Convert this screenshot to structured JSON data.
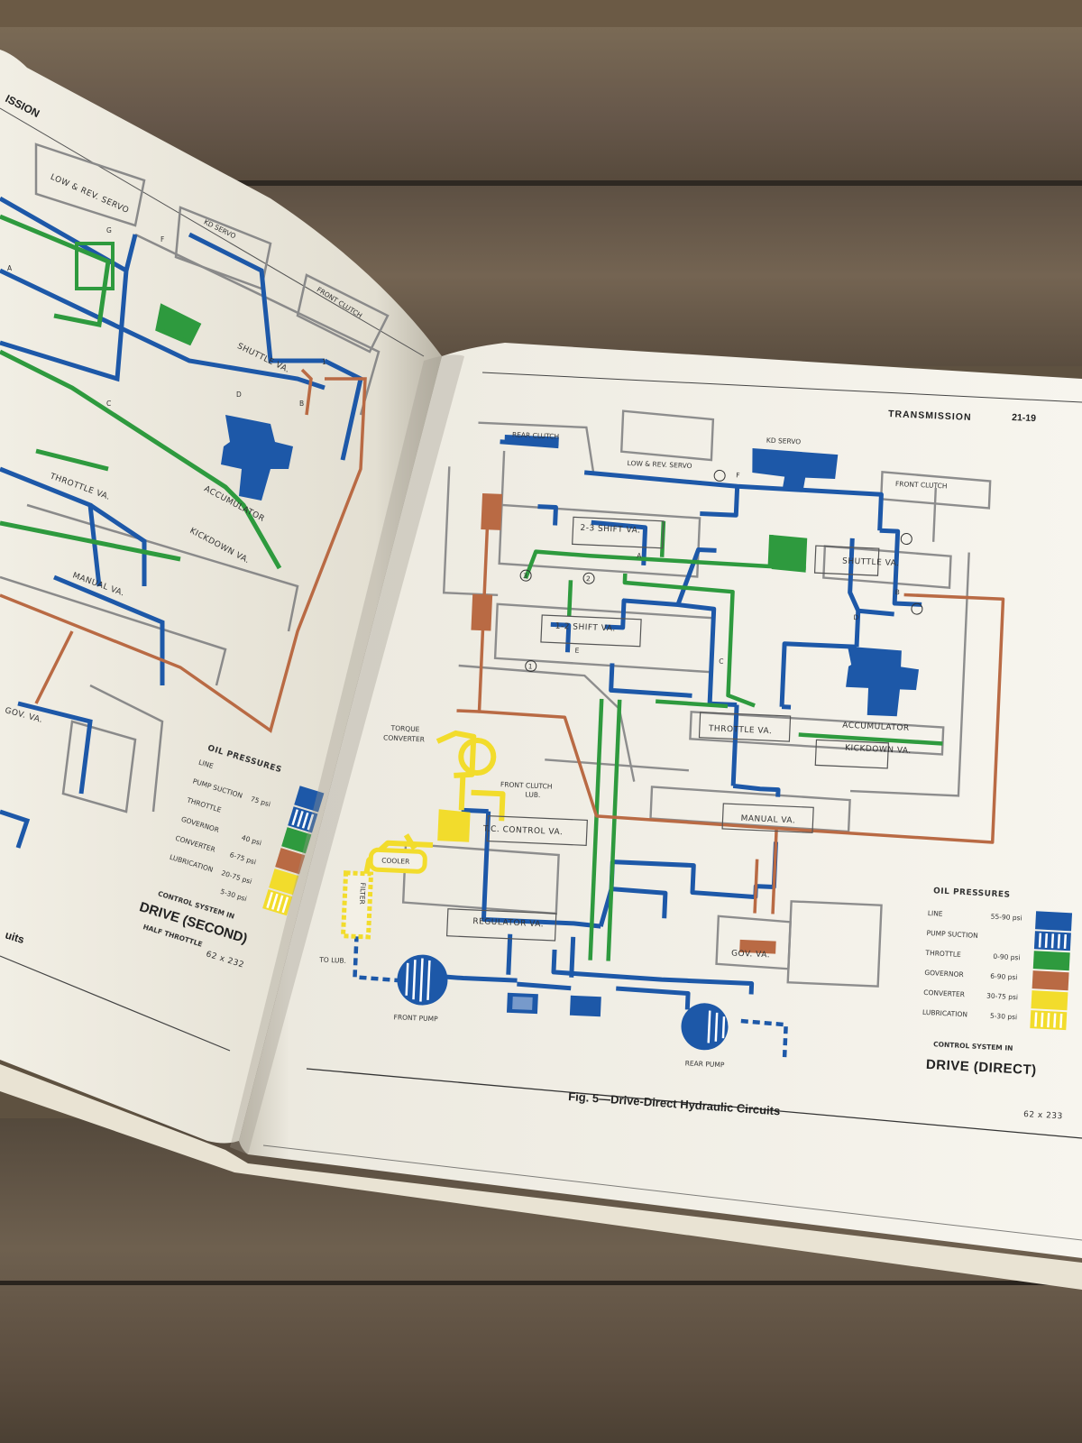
{
  "left_page": {
    "header_fragment": "ISSION",
    "labels": {
      "low_rev_servo": "LOW & REV. SERVO",
      "kd_servo": "KD SERVO",
      "front_clutch": "FRONT CLUTCH",
      "shuttle_va": "SHUTTLE VA.",
      "accumulator": "ACCUMULATOR",
      "throttle_va": "THROTTLE VA.",
      "kickdown_va": "KICKDOWN VA.",
      "manual_va": "MANUAL VA.",
      "gov_va": "GOV. VA.",
      "point_a": "A",
      "point_b": "B",
      "point_c": "C",
      "point_d": "D",
      "point_f": "F",
      "point_g": "G",
      "num_1": "1"
    },
    "legend": {
      "title": "OIL PRESSURES",
      "rows": [
        {
          "name": "LINE",
          "value": ""
        },
        {
          "name": "PUMP SUCTION",
          "value": "75 psi"
        },
        {
          "name": "THROTTLE",
          "value": ""
        },
        {
          "name": "GOVERNOR",
          "value": "40 psi"
        },
        {
          "name": "CONVERTER",
          "value": "6-75 psi"
        },
        {
          "name": "LUBRICATION",
          "value": "20-75 psi"
        },
        {
          "name": "",
          "value": "5-30 psi"
        }
      ]
    },
    "control_label": "CONTROL SYSTEM IN",
    "mode": "DRIVE (SECOND)",
    "sub_mode": "HALF THROTTLE",
    "figure_code": "62 x 232",
    "caption_fragment": "uits"
  },
  "right_page": {
    "header_section": "TRANSMISSION",
    "header_page": "21-19",
    "labels": {
      "rear_clutch": "REAR CLUTCH",
      "kd_servo": "KD SERVO",
      "low_rev_servo": "LOW & REV. SERVO",
      "front_clutch": "FRONT CLUTCH",
      "shift_23": "2-3 SHIFT VA.",
      "shuttle_va": "SHUTTLE VA.",
      "shift_12": "1-2 SHIFT VA.",
      "accumulator": "ACCUMULATOR",
      "throttle_va": "THROTTLE VA.",
      "kickdown_va": "KICKDOWN VA.",
      "torque_converter_1": "TORQUE",
      "torque_converter_2": "CONVERTER",
      "front_clutch_lub_1": "FRONT CLUTCH",
      "front_clutch_lub_2": "LUB.",
      "tc_control_va": "T.C. CONTROL VA.",
      "manual_va": "MANUAL VA.",
      "cooler": "COOLER",
      "filter": "FILTER",
      "regulator_va": "REGULATOR VA.",
      "gov_va": "GOV. VA.",
      "to_lub": "TO LUB.",
      "front_pump": "FRONT PUMP",
      "rear_pump": "REAR PUMP",
      "point_a": "A",
      "point_b": "B",
      "point_c": "C",
      "point_d": "D",
      "point_e": "E",
      "point_f": "F",
      "num_1": "1",
      "num_2": "2",
      "num_3": "3"
    },
    "legend": {
      "title": "OIL PRESSURES",
      "rows": [
        {
          "name": "LINE",
          "value": "55-90 psi"
        },
        {
          "name": "PUMP SUCTION",
          "value": ""
        },
        {
          "name": "THROTTLE",
          "value": "0-90 psi"
        },
        {
          "name": "GOVERNOR",
          "value": "6-90 psi"
        },
        {
          "name": "CONVERTER",
          "value": "30-75 psi"
        },
        {
          "name": "LUBRICATION",
          "value": "5-30 psi"
        }
      ]
    },
    "control_label": "CONTROL SYSTEM IN",
    "mode": "DRIVE (DIRECT)",
    "figure_code": "62 x 233",
    "caption": "Fig. 5—Drive-Direct Hydraulic Circuits"
  },
  "colors": {
    "line": "#1d58a8",
    "throttle": "#2e9a3e",
    "governor": "#b96a44",
    "converter": "#f2dc2c",
    "page": "#f3f0e6",
    "wood": "#5e5140"
  }
}
